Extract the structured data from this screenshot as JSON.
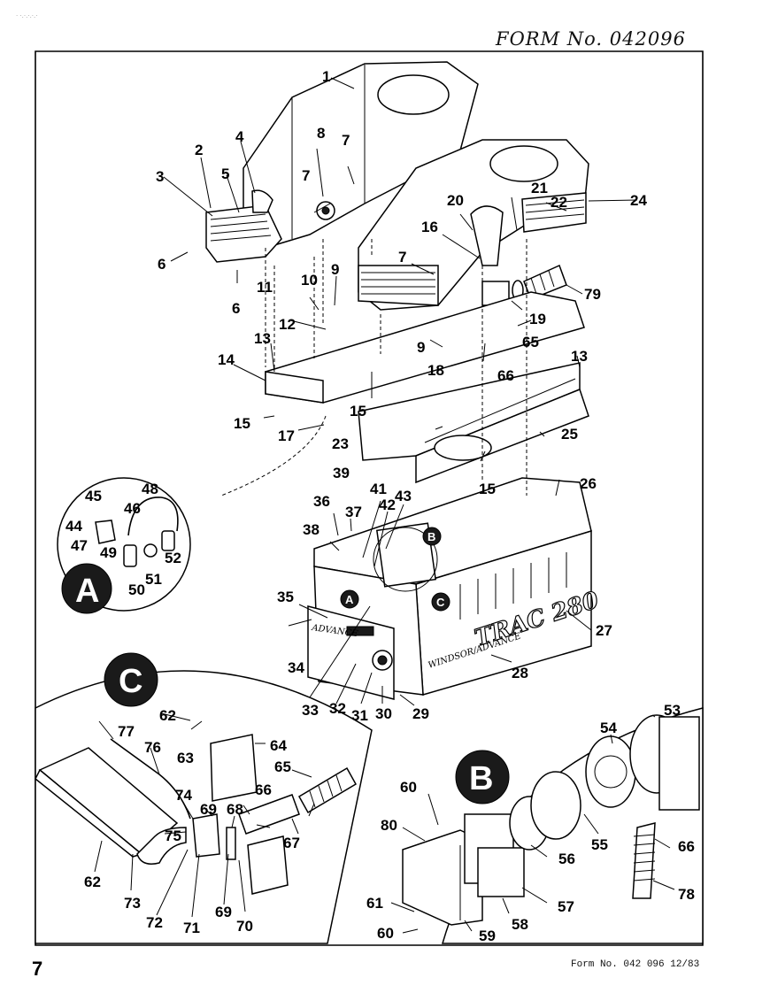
{
  "header": {
    "form_number_handwritten": "FORM No. 042096"
  },
  "footer": {
    "page_number": "7",
    "form_info": "Form No. 042 096  12/83"
  },
  "brand": {
    "model": "TRAC 280",
    "maker_plate": "ADVANCE",
    "trim_text": "WINDSOR/ADVANCE"
  },
  "detail_views": [
    "A",
    "B",
    "C"
  ],
  "part_labels": {
    "p1": "1",
    "p2": "2",
    "p3": "3",
    "p4": "4",
    "p5": "5",
    "p6a": "6",
    "p6b": "6",
    "p7a": "7",
    "p7b": "7",
    "p7c": "7",
    "p8": "8",
    "p9a": "9",
    "p9b": "9",
    "p10": "10",
    "p11": "11",
    "p12": "12",
    "p13a": "13",
    "p13b": "13",
    "p14": "14",
    "p15a": "15",
    "p15b": "15",
    "p15c": "15",
    "p16": "16",
    "p17": "17",
    "p18": "18",
    "p19": "19",
    "p20": "20",
    "p21": "21",
    "p22": "22",
    "p23": "23",
    "p24": "24",
    "p25": "25",
    "p26": "26",
    "p27": "27",
    "p28": "28",
    "p29": "29",
    "p30": "30",
    "p31": "31",
    "p32": "32",
    "p33": "33",
    "p34": "34",
    "p35": "35",
    "p36": "36",
    "p37": "37",
    "p38": "38",
    "p39": "39",
    "p41": "41",
    "p42": "42",
    "p43": "43",
    "p44": "44",
    "p45": "45",
    "p46": "46",
    "p47": "47",
    "p48": "48",
    "p49": "49",
    "p50": "50",
    "p51": "51",
    "p52": "52",
    "p53": "53",
    "p54": "54",
    "p55": "55",
    "p56": "56",
    "p57": "57",
    "p58": "58",
    "p59": "59",
    "p60a": "60",
    "p60b": "60",
    "p61": "61",
    "p62a": "62",
    "p62b": "62",
    "p63": "63",
    "p64": "64",
    "p65a": "65",
    "p65b": "65",
    "p66a": "66",
    "p66b": "66",
    "p66c": "66",
    "p67": "67",
    "p68": "68",
    "p69a": "69",
    "p69b": "69",
    "p70": "70",
    "p71": "71",
    "p72": "72",
    "p73": "73",
    "p74": "74",
    "p75": "75",
    "p76": "76",
    "p77": "77",
    "p78": "78",
    "p79": "79",
    "p80": "80"
  }
}
